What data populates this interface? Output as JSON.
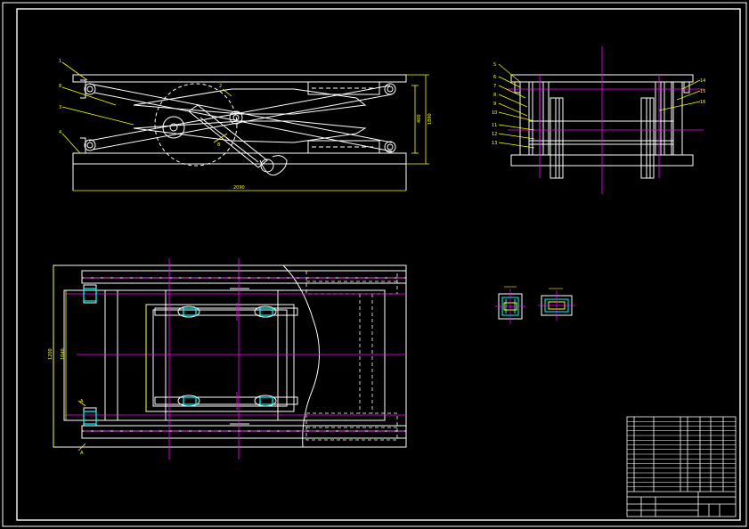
{
  "colors": {
    "background": "#000000",
    "outline": "#ffffff",
    "centerline": "#ff00ff",
    "dimension": "#ffff00",
    "detail_a": "#00ffff",
    "detail_b": "#ffff00"
  },
  "front_view": {
    "balloons": [
      "1",
      "8",
      "3",
      "4",
      "2",
      "8"
    ],
    "dimensions": [
      "2090",
      "1890",
      "400"
    ]
  },
  "side_view": {
    "balloons_left": [
      "5",
      "6",
      "7",
      "8",
      "9",
      "10",
      "11",
      "12",
      "13"
    ],
    "balloons_right": [
      "14",
      "15",
      "16"
    ]
  },
  "plan_view": {
    "dimensions": [
      "1200",
      "1040"
    ],
    "section_letters": [
      "A",
      "A"
    ]
  }
}
